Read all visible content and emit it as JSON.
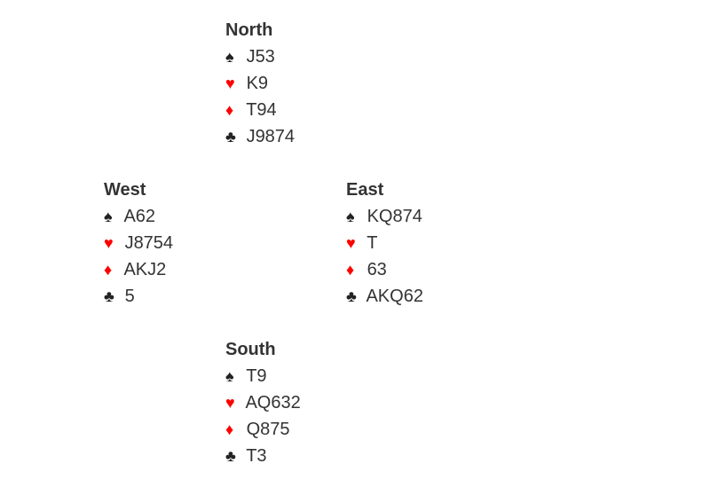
{
  "suits": {
    "spades": {
      "symbol": "♠",
      "color": "#222222"
    },
    "hearts": {
      "symbol": "♥",
      "color": "#ff0000"
    },
    "diamonds": {
      "symbol": "♦",
      "color": "#ff0000"
    },
    "clubs": {
      "symbol": "♣",
      "color": "#222222"
    }
  },
  "hands": {
    "north": {
      "title": "North",
      "spades": "J53",
      "hearts": "K9",
      "diamonds": "T94",
      "clubs": "J9874"
    },
    "west": {
      "title": "West",
      "spades": "A62",
      "hearts": "J8754",
      "diamonds": "AKJ2",
      "clubs": "5"
    },
    "east": {
      "title": "East",
      "spades": "KQ874",
      "hearts": "T",
      "diamonds": "63",
      "clubs": "AKQ62"
    },
    "south": {
      "title": "South",
      "spades": "T9",
      "hearts": "AQ632",
      "diamonds": "Q875",
      "clubs": "T3"
    }
  }
}
